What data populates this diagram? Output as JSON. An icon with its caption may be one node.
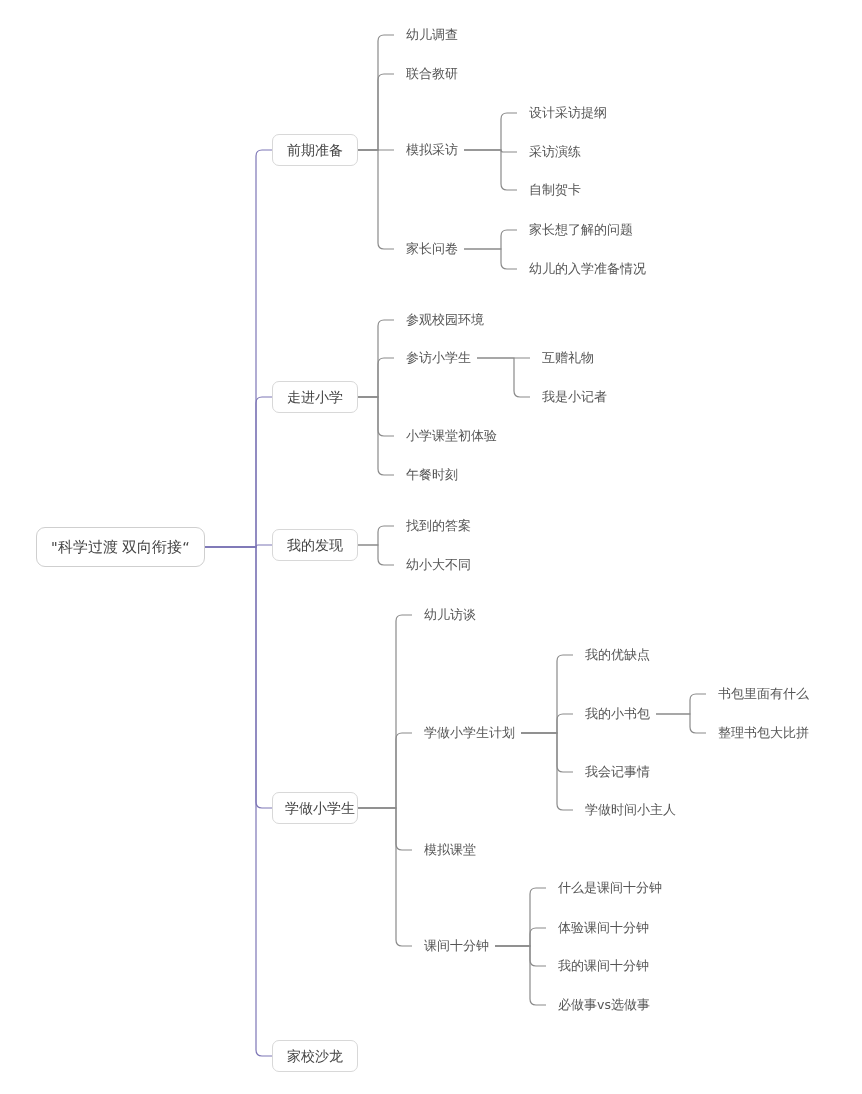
{
  "diagram": {
    "nodes": [
      {
        "text": [
          "\"科学过渡 双向衔接“"
        ]
      },
      {
        "text": [
          "前期准备"
        ]
      },
      {
        "text": [
          "幼儿调查"
        ]
      },
      {
        "text": [
          "联合教研"
        ]
      },
      {
        "text": [
          "模拟采访"
        ]
      },
      {
        "text": [
          "设计采访提纲"
        ]
      },
      {
        "text": [
          "采访演练"
        ]
      },
      {
        "text": [
          "自制贺卡"
        ]
      },
      {
        "text": [
          "家长问卷"
        ]
      },
      {
        "text": [
          "家长想了解的问题"
        ]
      },
      {
        "text": [
          "幼儿的入学准备情况"
        ]
      },
      {
        "text": [
          "走进小学"
        ]
      },
      {
        "text": [
          "参观校园环境"
        ]
      },
      {
        "text": [
          "参访小学生"
        ]
      },
      {
        "text": [
          "互赠礼物"
        ]
      },
      {
        "text": [
          "我是小记者"
        ]
      },
      {
        "text": [
          "小学课堂初体验"
        ]
      },
      {
        "text": [
          "午餐时刻"
        ]
      },
      {
        "text": [
          "我的发现"
        ]
      },
      {
        "text": [
          "找到的答案"
        ]
      },
      {
        "text": [
          "幼小大不同"
        ]
      },
      {
        "text": [
          "学做小学生"
        ]
      },
      {
        "text": [
          "幼儿访谈"
        ]
      },
      {
        "text": [
          "学做小学生计划"
        ]
      },
      {
        "text": [
          "我的优缺点"
        ]
      },
      {
        "text": [
          "我的小书包"
        ]
      },
      {
        "text": [
          "书包里面有什么"
        ]
      },
      {
        "text": [
          "整理书包大比拼"
        ]
      },
      {
        "text": [
          "我会记事情"
        ]
      },
      {
        "text": [
          "学做时间小主人"
        ]
      },
      {
        "text": [
          "模拟课堂"
        ]
      },
      {
        "text": [
          "课间十分钟"
        ]
      },
      {
        "text": [
          "什么是课间十分钟"
        ]
      },
      {
        "text": [
          "体验课间十分钟"
        ]
      },
      {
        "text": [
          "我的课间十分钟"
        ]
      },
      {
        "text": [
          "必做事vs选做事"
        ]
      },
      {
        "text": [
          "家校沙龙"
        ]
      }
    ],
    "edges": [
      {
        "from": 0,
        "to": 1,
        "arrow": "none",
        "color": "#7d76b6"
      },
      {
        "from": 0,
        "to": 11,
        "arrow": "none",
        "color": "#7d76b6"
      },
      {
        "from": 0,
        "to": 18,
        "arrow": "none",
        "color": "#7d76b6"
      },
      {
        "from": 0,
        "to": 21,
        "arrow": "none",
        "color": "#7d76b6"
      },
      {
        "from": 0,
        "to": 36,
        "arrow": "none",
        "color": "#7d76b6"
      },
      {
        "from": 1,
        "to": 2,
        "arrow": "none"
      },
      {
        "from": 1,
        "to": 3,
        "arrow": "none"
      },
      {
        "from": 1,
        "to": 4,
        "arrow": "none"
      },
      {
        "from": 1,
        "to": 8,
        "arrow": "none"
      },
      {
        "from": 4,
        "to": 5,
        "arrow": "none"
      },
      {
        "from": 4,
        "to": 6,
        "arrow": "none"
      },
      {
        "from": 4,
        "to": 7,
        "arrow": "none"
      },
      {
        "from": 8,
        "to": 9,
        "arrow": "none"
      },
      {
        "from": 8,
        "to": 10,
        "arrow": "none"
      },
      {
        "from": 11,
        "to": 12,
        "arrow": "none"
      },
      {
        "from": 11,
        "to": 13,
        "arrow": "none"
      },
      {
        "from": 11,
        "to": 16,
        "arrow": "none"
      },
      {
        "from": 11,
        "to": 17,
        "arrow": "none"
      },
      {
        "from": 13,
        "to": 14,
        "arrow": "none"
      },
      {
        "from": 13,
        "to": 15,
        "arrow": "none"
      },
      {
        "from": 18,
        "to": 19,
        "arrow": "none"
      },
      {
        "from": 18,
        "to": 20,
        "arrow": "none"
      },
      {
        "from": 21,
        "to": 22,
        "arrow": "none"
      },
      {
        "from": 21,
        "to": 23,
        "arrow": "none"
      },
      {
        "from": 21,
        "to": 30,
        "arrow": "none"
      },
      {
        "from": 21,
        "to": 31,
        "arrow": "none"
      },
      {
        "from": 23,
        "to": 24,
        "arrow": "none"
      },
      {
        "from": 23,
        "to": 25,
        "arrow": "none"
      },
      {
        "from": 23,
        "to": 28,
        "arrow": "none"
      },
      {
        "from": 23,
        "to": 29,
        "arrow": "none"
      },
      {
        "from": 25,
        "to": 26,
        "arrow": "none"
      },
      {
        "from": 25,
        "to": 27,
        "arrow": "none"
      },
      {
        "from": 31,
        "to": 32,
        "arrow": "none"
      },
      {
        "from": 31,
        "to": 33,
        "arrow": "none"
      },
      {
        "from": 31,
        "to": 34,
        "arrow": "none"
      },
      {
        "from": 31,
        "to": 35,
        "arrow": "none"
      }
    ]
  }
}
